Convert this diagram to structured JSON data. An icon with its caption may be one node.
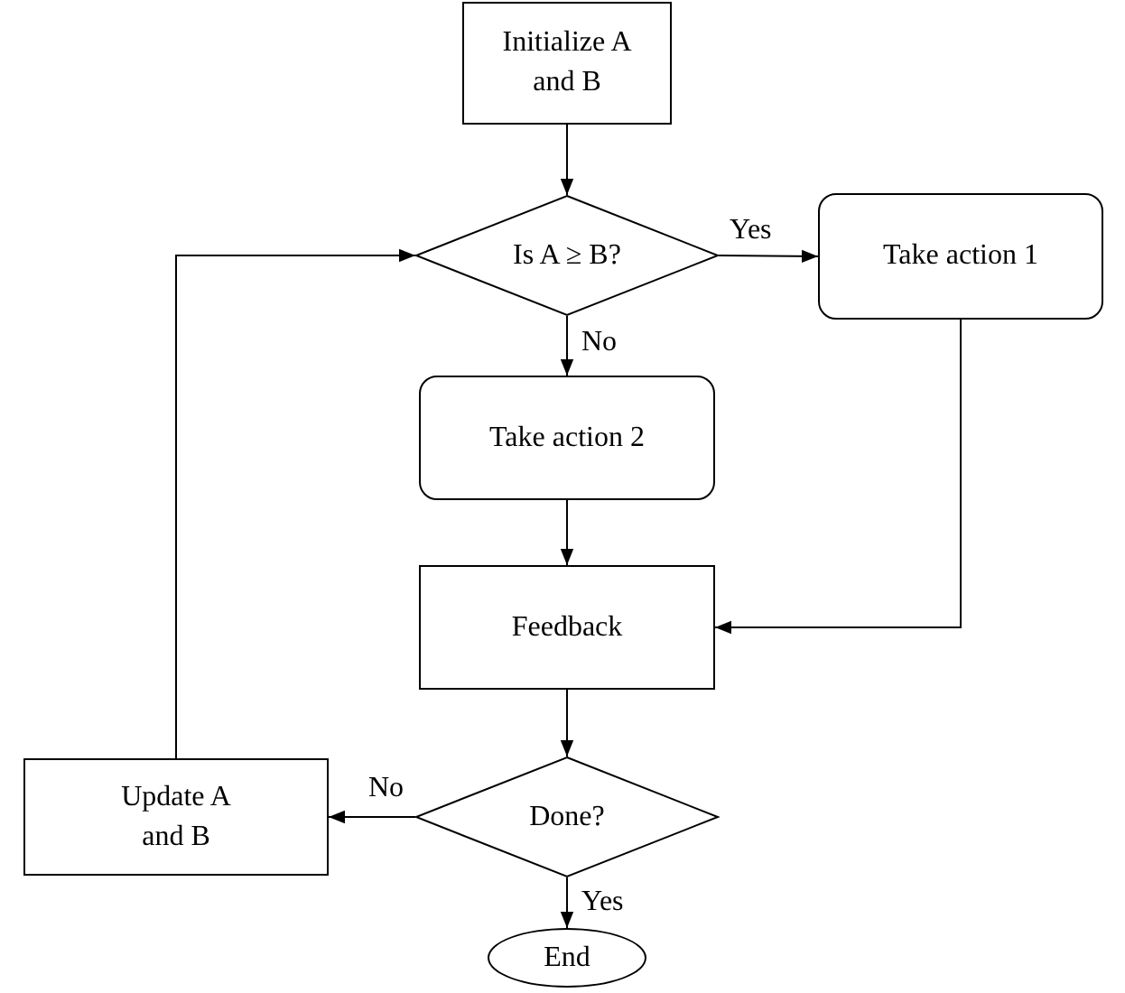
{
  "diagram": {
    "nodes": [
      {
        "text": [
          "Initialize A and B"
        ]
      },
      {
        "text": [
          "Is A ≥ B?"
        ]
      },
      {
        "text": [
          "Take action 1"
        ]
      },
      {
        "text": [
          "Take action 2"
        ]
      },
      {
        "text": [
          "Feedback"
        ]
      },
      {
        "text": [
          "Done?"
        ]
      },
      {
        "text": [
          "Update A and B"
        ]
      },
      {
        "text": [
          "End"
        ]
      }
    ],
    "edges": [
      {
        "from": 0,
        "to": 1,
        "arrow": "to"
      },
      {
        "from": 1,
        "to": 2,
        "arrow": "to",
        "label": "Yes"
      },
      {
        "from": 1,
        "to": 3,
        "arrow": "to",
        "label": "No"
      },
      {
        "from": 2,
        "to": 4,
        "arrow": "to"
      },
      {
        "from": 3,
        "to": 4,
        "arrow": "to"
      },
      {
        "from": 4,
        "to": 5,
        "arrow": "to"
      },
      {
        "from": 5,
        "to": 6,
        "arrow": "to",
        "label": "No"
      },
      {
        "from": 5,
        "to": 7,
        "arrow": "to",
        "label": "Yes"
      },
      {
        "from": 6,
        "to": 1,
        "arrow": "to"
      }
    ]
  }
}
